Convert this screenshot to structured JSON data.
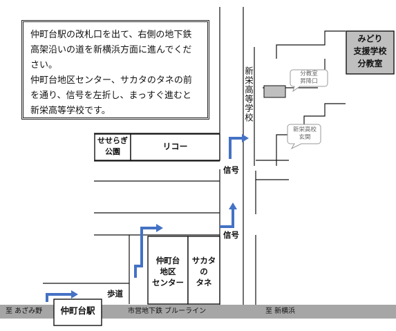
{
  "instructions": {
    "line1": "仲町台駅の改札口を出て、右側の地下鉄",
    "line2": "高架沿いの道を新横浜方面に進んでくだ",
    "line3": "さい。",
    "line4": "仲町台地区センター、サカタのタネの前",
    "line5": "を通り、信号を左折し、まっすぐ進むと",
    "line6": "新栄高等学校です。"
  },
  "buildings": {
    "midori_line1": "みどり",
    "midori_line2": "支援学校",
    "midori_line3": "分教室",
    "park_line1": "せせらぎ",
    "park_line2": "公園",
    "ricoh": "リコー",
    "center_line1": "仲町台",
    "center_line2": "地区",
    "center_line3": "センター",
    "sakata_line1": "サカタ",
    "sakata_line2": "の",
    "sakata_line3": "タネ",
    "school": "新栄高等学校",
    "station": "仲町台駅"
  },
  "callouts": {
    "branch_line1": "分教室",
    "branch_line2": "昇降口",
    "gate_line1": "新栄高校",
    "gate_line2": "玄関"
  },
  "labels": {
    "signal_upper": "信号",
    "signal_lower": "信号",
    "sidewalk": "歩道"
  },
  "rail": {
    "left": "至 あざみ野",
    "center": "市営地下鉄 ブルーライン",
    "right": "至 新横浜"
  },
  "colors": {
    "arrow": "#4472c4",
    "rail": "#a6a6a6",
    "highlight": "#bfbfbf",
    "line": "#000000"
  }
}
